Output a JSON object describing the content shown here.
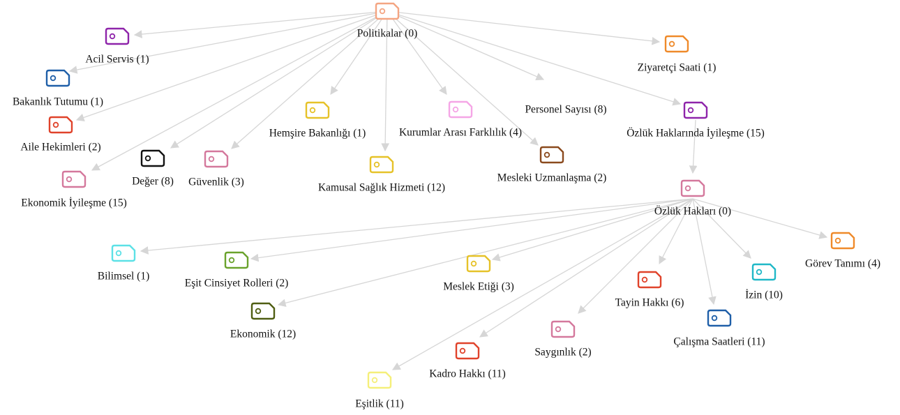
{
  "diagram": {
    "nodes": [
      {
        "id": "politikalar",
        "label": "Politikalar (0)",
        "color": "#f4a582"
      },
      {
        "id": "acil",
        "label": "Acil Servis (1)",
        "color": "#8e24aa"
      },
      {
        "id": "bakanlik",
        "label": "Bakanlık Tutumu (1)",
        "color": "#1f5fa8"
      },
      {
        "id": "aile",
        "label": "Aile Hekimleri (2)",
        "color": "#e0432b"
      },
      {
        "id": "ekoiyi",
        "label": "Ekonomik İyileşme (15)",
        "color": "#d4789c"
      },
      {
        "id": "deger",
        "label": "Değer (8)",
        "color": "#111111"
      },
      {
        "id": "guvenlik",
        "label": "Güvenlik (3)",
        "color": "#d4789c"
      },
      {
        "id": "hemsire",
        "label": "Hemşire Bakanlığı (1)",
        "color": "#e6c229"
      },
      {
        "id": "kamusal",
        "label": "Kamusal Sağlık Hizmeti (12)",
        "color": "#e6c229"
      },
      {
        "id": "kurumlar",
        "label": "Kurumlar Arası Farklılık (4)",
        "color": "#f5a6e6"
      },
      {
        "id": "mesleki",
        "label": "Mesleki Uzmanlaşma (2)",
        "color": "#8b4a1e"
      },
      {
        "id": "personel",
        "label": "Personel Sayısı (8)",
        "color": ""
      },
      {
        "id": "ziyaretci",
        "label": "Ziyaretçi Saati (1)",
        "color": "#ef8a2a"
      },
      {
        "id": "ozlukiyi",
        "label": "Özlük Haklarında İyileşme (15)",
        "color": "#8e24aa"
      },
      {
        "id": "ozluk",
        "label": "Özlük Hakları (0)",
        "color": "#d4789c"
      },
      {
        "id": "bilimsel",
        "label": "Bilimsel (1)",
        "color": "#5ce1e6"
      },
      {
        "id": "esitcins",
        "label": "Eşit Cinsiyet Rolleri (2)",
        "color": "#6aa22c"
      },
      {
        "id": "meslek",
        "label": "Meslek Etiği (3)",
        "color": "#e6c229"
      },
      {
        "id": "ekonomik",
        "label": "Ekonomik (12)",
        "color": "#4f5e12"
      },
      {
        "id": "tayin",
        "label": "Tayin Hakkı (6)",
        "color": "#e0432b"
      },
      {
        "id": "izin",
        "label": "İzin (10)",
        "color": "#1fb8c7"
      },
      {
        "id": "gorev",
        "label": "Görev Tanımı (4)",
        "color": "#ef8a2a"
      },
      {
        "id": "calisma",
        "label": "Çalışma Saatleri (11)",
        "color": "#1f5fa8"
      },
      {
        "id": "saygi",
        "label": "Saygınlık (2)",
        "color": "#d4789c"
      },
      {
        "id": "kadro",
        "label": "Kadro Hakkı (11)",
        "color": "#e0432b"
      },
      {
        "id": "esitlik",
        "label": "Eşitlik (11)",
        "color": "#f5ef7a"
      }
    ],
    "edges": [
      [
        "politikalar",
        "acil"
      ],
      [
        "politikalar",
        "bakanlik"
      ],
      [
        "politikalar",
        "aile"
      ],
      [
        "politikalar",
        "ekoiyi"
      ],
      [
        "politikalar",
        "deger"
      ],
      [
        "politikalar",
        "guvenlik"
      ],
      [
        "politikalar",
        "hemsire"
      ],
      [
        "politikalar",
        "kamusal"
      ],
      [
        "politikalar",
        "kurumlar"
      ],
      [
        "politikalar",
        "mesleki"
      ],
      [
        "politikalar",
        "personel"
      ],
      [
        "politikalar",
        "ziyaretci"
      ],
      [
        "politikalar",
        "ozlukiyi"
      ],
      [
        "ozlukiyi",
        "ozluk"
      ],
      [
        "ozluk",
        "bilimsel"
      ],
      [
        "ozluk",
        "esitcins"
      ],
      [
        "ozluk",
        "meslek"
      ],
      [
        "ozluk",
        "ekonomik"
      ],
      [
        "ozluk",
        "tayin"
      ],
      [
        "ozluk",
        "izin"
      ],
      [
        "ozluk",
        "gorev"
      ],
      [
        "ozluk",
        "calisma"
      ],
      [
        "ozluk",
        "saygi"
      ],
      [
        "ozluk",
        "kadro"
      ],
      [
        "ozluk",
        "esitlik"
      ]
    ]
  }
}
